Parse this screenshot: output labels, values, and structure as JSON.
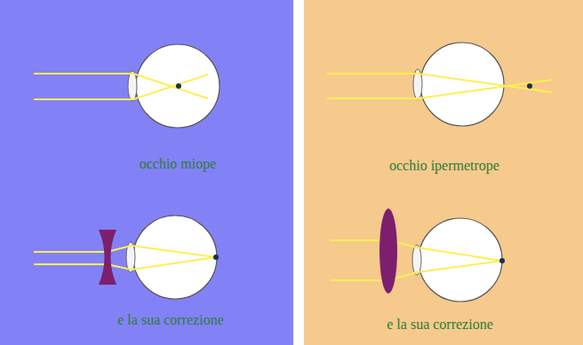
{
  "diagram": {
    "labels": [
      "occhio miope",
      "e la sua correzione",
      "occhio ipermetrope",
      "e la sua correzione"
    ]
  }
}
